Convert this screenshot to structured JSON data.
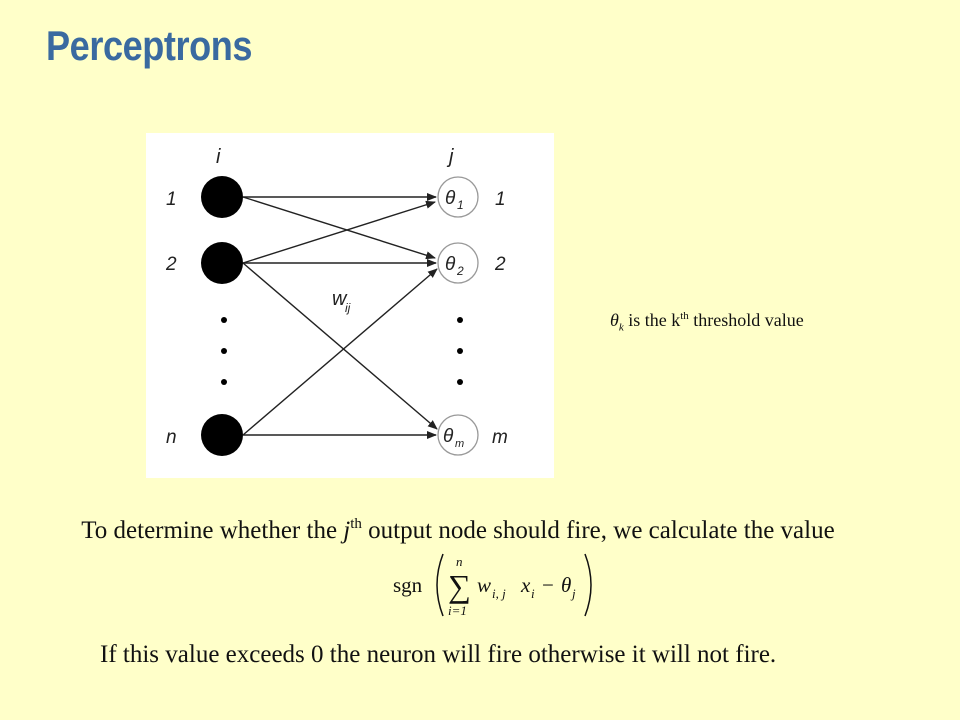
{
  "title": "Perceptrons",
  "diagram": {
    "input_header": "i",
    "output_header": "j",
    "input_labels": [
      "1",
      "2",
      "n"
    ],
    "output_labels": [
      "1",
      "2",
      "m"
    ],
    "threshold_nodes": [
      {
        "symbol": "θ",
        "subscript": "1"
      },
      {
        "symbol": "θ",
        "subscript": "2"
      },
      {
        "symbol": "θ",
        "subscript": "m"
      }
    ],
    "weight_label": {
      "symbol": "w",
      "subscript": "ij"
    },
    "ellipsis": "⋮"
  },
  "threshold_note": {
    "symbol": "θ",
    "subscript": "k",
    "text_before": " is the k",
    "superscript": "th",
    "text_after": " threshold value"
  },
  "paragraph1": {
    "before": "To determine whether the ",
    "var": "j",
    "sup": "th",
    "after": " output node should fire, we calculate the value"
  },
  "formula": {
    "fn": "sgn",
    "sum_upper": "n",
    "sum_lower": "i=1",
    "sum_symbol": "∑",
    "term": "w",
    "term_sub": "i, j",
    "var": "x",
    "var_sub": "i",
    "minus": "−",
    "theta": "θ",
    "theta_sub": "j"
  },
  "paragraph2": "If this value exceeds 0 the neuron will fire otherwise it will not fire."
}
